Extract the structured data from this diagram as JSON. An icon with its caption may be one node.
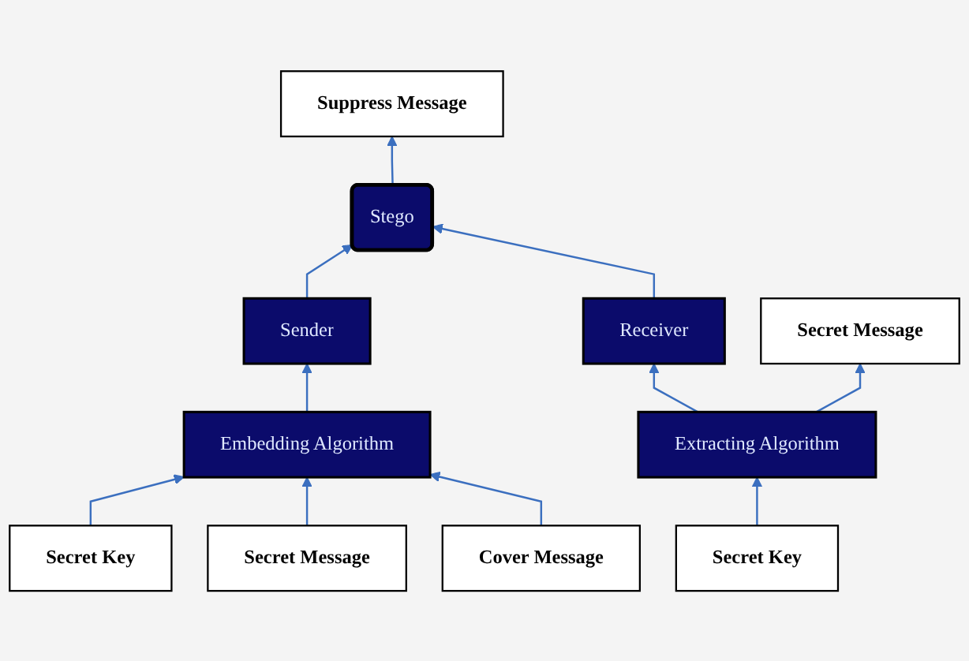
{
  "diagram": {
    "nodes": [
      {
        "text": [
          "Stego"
        ]
      },
      {
        "text": [
          "Sender"
        ]
      },
      {
        "text": [
          "Suppress Message"
        ]
      },
      {
        "text": [
          "Receiver"
        ]
      },
      {
        "text": [
          "Embedding Algorithm"
        ]
      },
      {
        "text": [
          "Extracting Algorithm"
        ]
      },
      {
        "text": [
          "Secret Key"
        ]
      },
      {
        "text": [
          "Secret Key"
        ]
      },
      {
        "text": [
          "Secret Message"
        ]
      },
      {
        "text": [
          "Cover Message"
        ]
      },
      {
        "text": [
          "Secret Message"
        ]
      }
    ],
    "edges": [
      {
        "from": 1,
        "to": 0,
        "arrow": "to"
      },
      {
        "from": 0,
        "to": 2,
        "arrow": "to"
      },
      {
        "from": 3,
        "to": 0,
        "arrow": "to"
      },
      {
        "from": 4,
        "to": 1,
        "arrow": "to"
      },
      {
        "from": 5,
        "to": 3,
        "arrow": "to"
      },
      {
        "from": 6,
        "to": 5,
        "arrow": "to"
      },
      {
        "from": 5,
        "to": 10,
        "arrow": "to"
      },
      {
        "from": 7,
        "to": 4,
        "arrow": "to"
      },
      {
        "from": 8,
        "to": 4,
        "arrow": "to"
      },
      {
        "from": 9,
        "to": 4,
        "arrow": "to"
      }
    ]
  }
}
